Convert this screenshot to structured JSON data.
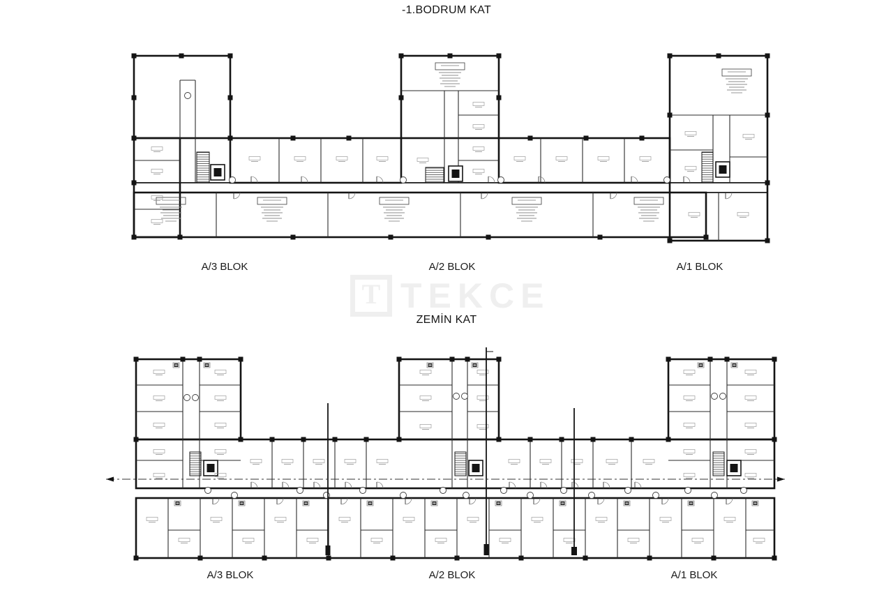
{
  "titles": {
    "floor1": "-1.BODRUM KAT",
    "floor2": "ZEMİN KAT"
  },
  "floor1_blocks": [
    "A/3 BLOK",
    "A/2 BLOK",
    "A/1 BLOK"
  ],
  "floor2_blocks": [
    "A/3 BLOK",
    "A/2 BLOK",
    "A/1 BLOK"
  ],
  "watermark": {
    "logo_letter": "T",
    "text": "TEKCE",
    "color": "#efefef"
  },
  "drawing_colors": {
    "walls": "#141414",
    "interior": "#2a2a2a",
    "annotations": "#8c8c8c"
  }
}
